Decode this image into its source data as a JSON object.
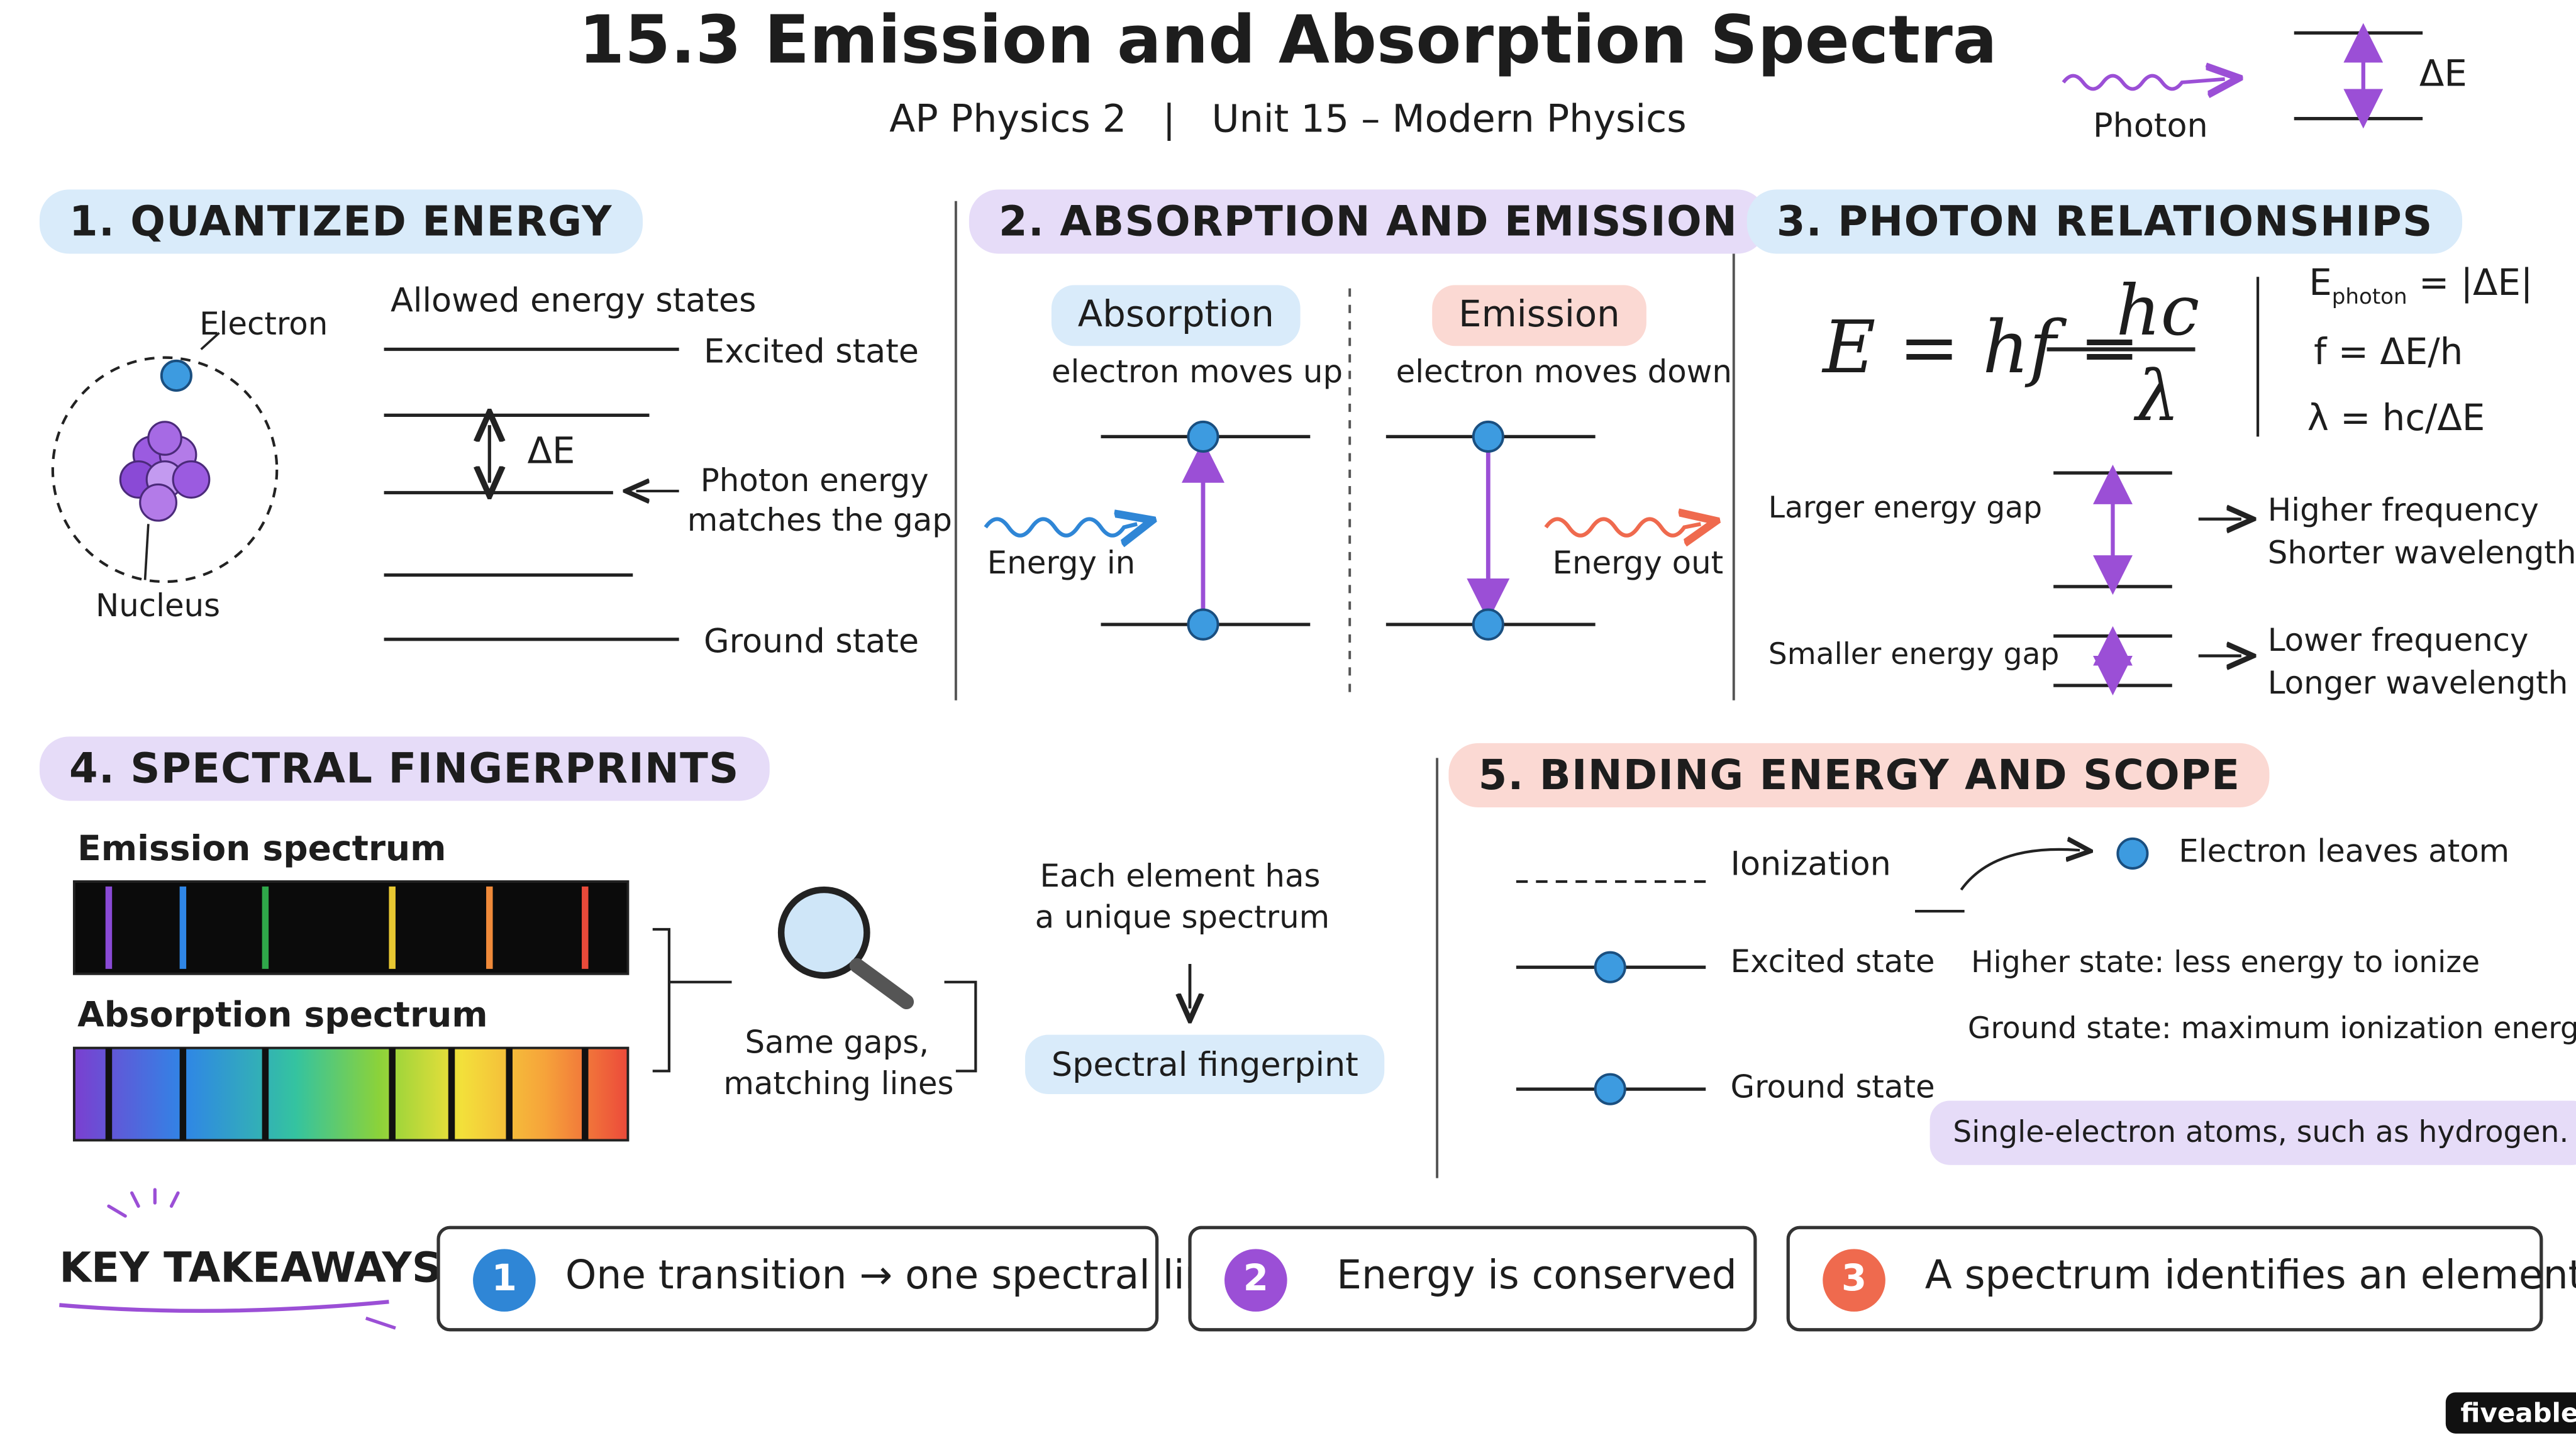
{
  "header": {
    "title": "15.3 Emission and Absorption Spectra",
    "subtitle": "AP Physics 2   |   Unit 15 – Modern Physics",
    "legend_photon": "Photon",
    "legend_delta_e": "ΔE"
  },
  "section1": {
    "heading": "1. QUANTIZED ENERGY",
    "electron": "Electron",
    "nucleus": "Nucleus",
    "allowed_states": "Allowed energy states",
    "excited": "Excited state",
    "ground": "Ground state",
    "delta_e": "ΔE",
    "photon_energy_1": "Photon energy",
    "photon_energy_2": "matches the gap"
  },
  "section2": {
    "heading": "2. ABSORPTION AND EMISSION",
    "absorption": "Absorption",
    "absorption_desc": "electron moves up",
    "emission": "Emission",
    "emission_desc": "electron moves down",
    "energy_in": "Energy in",
    "energy_out": "Energy out"
  },
  "section3": {
    "heading": "3. PHOTON RELATIONSHIPS",
    "eq_left": "E = hf =",
    "eq_num": "hc",
    "eq_den": "λ",
    "rel1_main": "E",
    "rel1_sub": "photon",
    "rel1_rest": " = |ΔE|",
    "rel2": "f = ΔE/h",
    "rel3": "λ = hc/ΔE",
    "larger_gap": "Larger energy gap",
    "smaller_gap": "Smaller energy gap",
    "higher_freq": "Higher frequency",
    "shorter_wl": "Shorter wavelength",
    "lower_freq": "Lower frequency",
    "longer_wl": "Longer wavelength"
  },
  "section4": {
    "heading": "4. SPECTRAL FINGERPRINTS",
    "emission_spectrum": "Emission spectrum",
    "absorption_spectrum": "Absorption spectrum",
    "same_gaps_1": "Same gaps,",
    "same_gaps_2": "matching lines",
    "unique_1": "Each element has",
    "unique_2": "a unique spectrum",
    "fingerprint": "Spectral fingerpint"
  },
  "section5": {
    "heading": "5. BINDING ENERGY AND SCOPE",
    "ionization": "Ionization",
    "leaves": "Electron leaves atom",
    "excited": "Excited state",
    "ground": "Ground state",
    "higher_state": "Higher state: less energy to ionize",
    "ground_state_note": "Ground state: maximum ionization energy",
    "scope": "Single-electron atoms, such as hydrogen."
  },
  "takeaways": {
    "heading": "KEY TAKEAWAYS",
    "items": [
      {
        "num": "1",
        "text": "One transition → one spectral line"
      },
      {
        "num": "2",
        "text": "Energy is conserved"
      },
      {
        "num": "3",
        "text": "A spectrum identifies an element"
      }
    ]
  },
  "brand": "fiveable",
  "colors": {
    "accent_purple": "#9b4fd6",
    "electron_blue": "#3d9be0",
    "blue_wave": "#2f86d6",
    "red_wave": "#ef6a4e",
    "takeaway_1": "#2f86d6",
    "takeaway_2": "#9b4fd6",
    "takeaway_3": "#ef6a4e"
  }
}
